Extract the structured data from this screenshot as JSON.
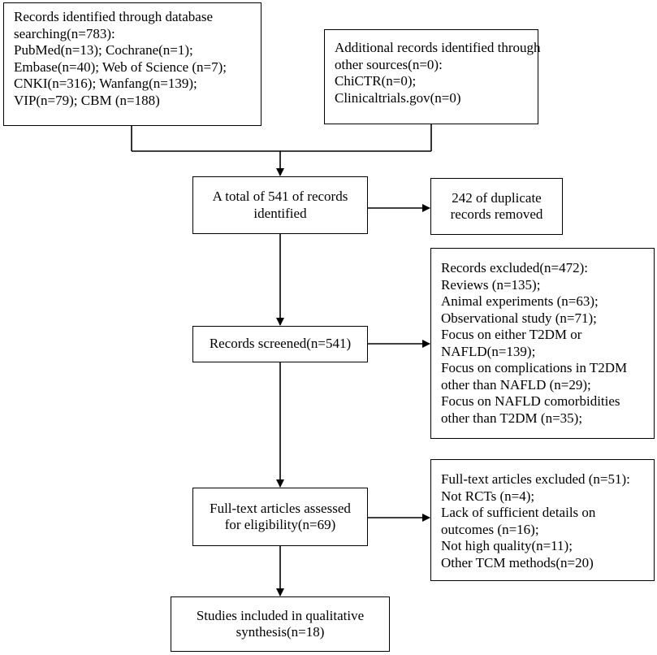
{
  "boxes": {
    "database_search": [
      "Records identified through database",
      "searching(n=783):",
      "PubMed(n=13); Cochrane(n=1);",
      "Embase(n=40); Web of Science (n=7);",
      "CNKI(n=316); Wanfang(n=139);",
      "VIP(n=79); CBM (n=188)"
    ],
    "other_sources": [
      "Additional records identified through",
      "other sources(n=0):",
      "ChiCTR(n=0);",
      "Clinicaltrials.gov(n=0)"
    ],
    "total_identified": [
      "A total of 541 of records",
      "identified"
    ],
    "duplicates_removed": [
      "242 of duplicate",
      "records removed"
    ],
    "records_screened": [
      "Records screened(n=541)"
    ],
    "records_excluded": [
      "Records excluded(n=472):",
      "Reviews (n=135);",
      "Animal experiments (n=63);",
      "Observational study (n=71);",
      "Focus on either T2DM or",
      "NAFLD(n=139);",
      "Focus on complications in T2DM",
      "other than NAFLD (n=29);",
      "Focus on NAFLD comorbidities",
      "other than T2DM (n=35);"
    ],
    "fulltext_assessed": [
      "Full-text articles assessed",
      "for eligibility(n=69)"
    ],
    "fulltext_excluded": [
      "Full-text articles excluded (n=51):",
      "Not RCTs (n=4);",
      "Lack of sufficient details on",
      "outcomes (n=16);",
      "Not high quality(n=11);",
      "Other TCM methods(n=20)"
    ],
    "included": [
      "Studies included in qualitative",
      "synthesis(n=18)"
    ]
  }
}
